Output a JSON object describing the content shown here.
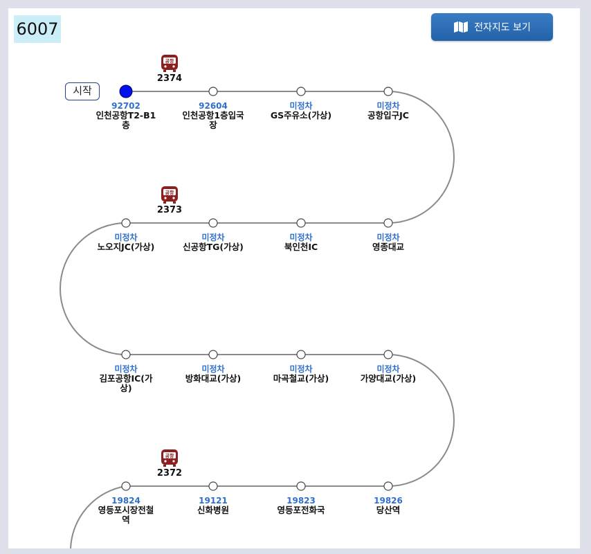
{
  "route": {
    "number": "6007"
  },
  "map_button": {
    "label": "전자지도 보기",
    "icon": "map-icon"
  },
  "start_label": "시작",
  "colors": {
    "accent": "#2f6fce",
    "line": "#8a8a8a",
    "current_stop": "#0011ee",
    "bus": "#8c1f1f"
  },
  "rows": [
    {
      "stops": [
        {
          "id": "92702",
          "name": "인천공항T2-B1층",
          "current": true
        },
        {
          "id": "92604",
          "name": "인천공항1층입국장"
        },
        {
          "id": "미정차",
          "name": "GS주유소(가상)"
        },
        {
          "id": "미정차",
          "name": "공항입구JC"
        }
      ]
    },
    {
      "stops": [
        {
          "id": "미정차",
          "name": "노오지JC(가상)"
        },
        {
          "id": "미정차",
          "name": "신공항TG(가상)"
        },
        {
          "id": "미정차",
          "name": "북인천IC"
        },
        {
          "id": "미정차",
          "name": "영종대교"
        }
      ]
    },
    {
      "stops": [
        {
          "id": "미정차",
          "name": "김포공항IC(가상)"
        },
        {
          "id": "미정차",
          "name": "방화대교(가상)"
        },
        {
          "id": "미정차",
          "name": "마곡철교(가상)"
        },
        {
          "id": "미정차",
          "name": "가양대교(가상)"
        }
      ]
    },
    {
      "stops": [
        {
          "id": "19824",
          "name": "영등포시장전철역"
        },
        {
          "id": "19121",
          "name": "신화병원"
        },
        {
          "id": "19823",
          "name": "영등포전화국"
        },
        {
          "id": "19826",
          "name": "당산역"
        }
      ]
    }
  ],
  "buses": [
    {
      "plate": "2374",
      "badge": "공항",
      "row": 0
    },
    {
      "plate": "2373",
      "badge": "공항",
      "row": 1
    },
    {
      "plate": "2372",
      "badge": "공항",
      "row": 3
    }
  ]
}
